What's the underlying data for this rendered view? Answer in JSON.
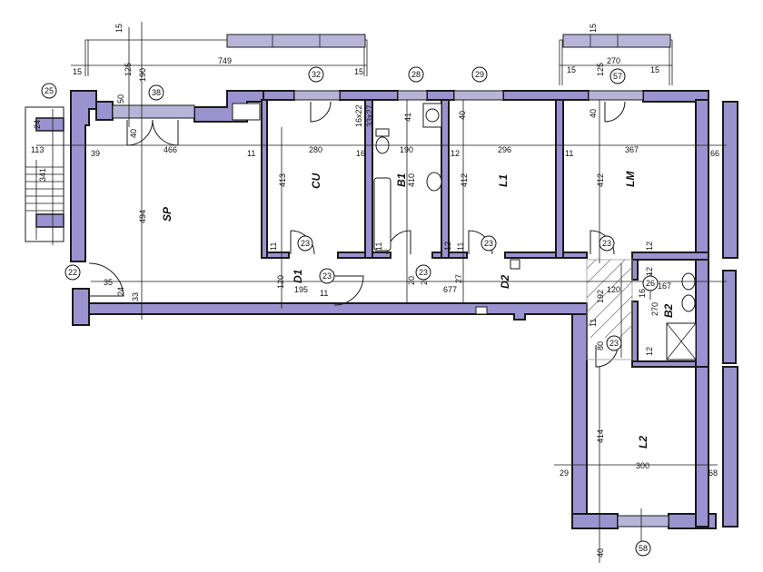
{
  "rooms": {
    "sp": "SP",
    "cu": "CU",
    "b1": "B1",
    "l1": "L1",
    "lm": "LM",
    "d1": "D1",
    "d2": "D2",
    "b2": "B2",
    "l2": "L2"
  },
  "markers": {
    "m25": "25",
    "m38": "38",
    "m32": "32",
    "m28": "28",
    "m29": "29",
    "m57": "57",
    "m22": "22",
    "m23a": "23",
    "m23b": "23",
    "m23c": "23",
    "m23d": "23",
    "m23e": "23",
    "m23f": "23",
    "m26": "26",
    "m58": "58"
  },
  "dims": {
    "top15a": "15",
    "top749": "749",
    "top15b": "15",
    "top15c": "15",
    "top125a": "125",
    "top190": "190",
    "top50": "50",
    "top40a": "40",
    "top15d": "15",
    "top270": "270",
    "top15e": "15",
    "top15f": "15",
    "top125b": "125",
    "top40b": "40",
    "left24": "24",
    "left113": "113",
    "left341": "341",
    "row39": "39",
    "row466": "466",
    "row11a": "11",
    "row280": "280",
    "row16": "16",
    "row190": "190",
    "row12a": "12",
    "row296": "296",
    "row11b": "11",
    "row367": "367",
    "row66a": "66",
    "v494": "494",
    "v413": "413",
    "v410": "410",
    "v412a": "412",
    "v412b": "412",
    "v41": "41",
    "v40": "40",
    "v1622": "16x22",
    "v3327": "33x27",
    "s11a": "11",
    "s11b": "11",
    "s12b": "12",
    "s11c": "11",
    "s12c": "12",
    "s35": "35",
    "s24": "24",
    "s33": "33",
    "h120a": "120",
    "h195": "195",
    "h11d": "11",
    "h20a": "20",
    "h677": "677",
    "h20b": "20",
    "h27": "27",
    "h120b": "120",
    "h192": "192",
    "h16": "16",
    "h167": "167",
    "h270": "270",
    "h12d": "12",
    "h80": "80",
    "h11e": "11",
    "h12e": "12",
    "l2_414": "414",
    "l2_29": "29",
    "l2_300": "300",
    "l2_68": "68",
    "l2_40": "40"
  }
}
